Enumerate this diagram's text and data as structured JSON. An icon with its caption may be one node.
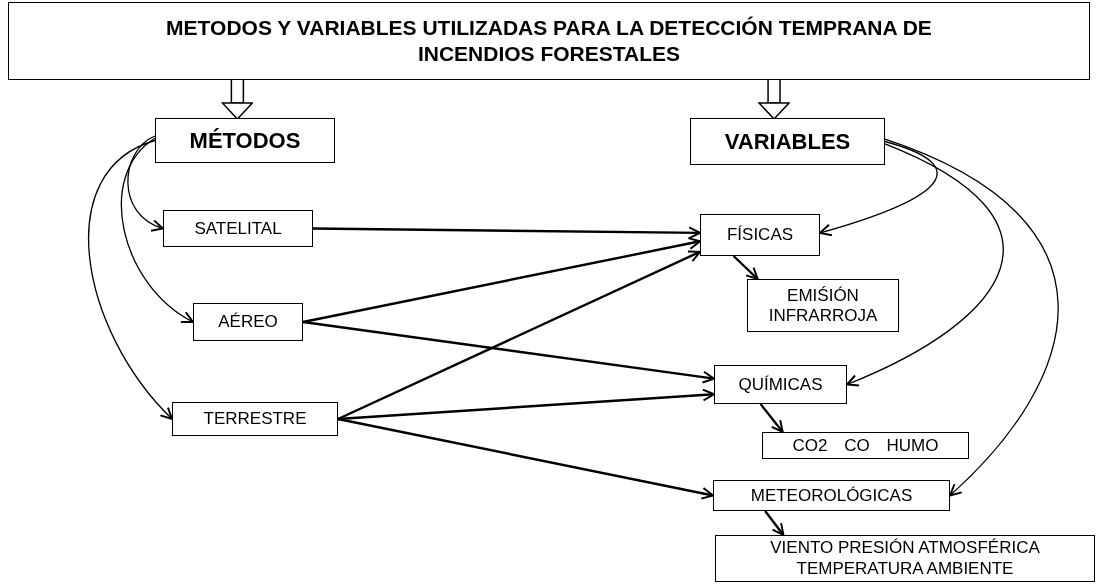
{
  "diagram": {
    "nodes": [
      {
        "text": [
          "METODOS Y VARIABLES UTILIZADAS PARA LA DETECCIÓN TEMPRANA DE INCENDIOS FORESTALES"
        ]
      },
      {
        "text": [
          "MÉTODOS"
        ]
      },
      {
        "text": [
          "VARIABLES"
        ]
      },
      {
        "text": [
          "SATELITAL"
        ]
      },
      {
        "text": [
          "AÉREO"
        ]
      },
      {
        "text": [
          "TERRESTRE"
        ]
      },
      {
        "text": [
          "FÍSICAS"
        ]
      },
      {
        "text": [
          "EMIŚIÓN INFRARROJA"
        ]
      },
      {
        "text": [
          "QUÍMICAS"
        ]
      },
      {
        "text": [
          "CO2 CO HUMO"
        ]
      },
      {
        "text": [
          "METEOROLÓGICAS"
        ]
      },
      {
        "text": [
          "VIENTO PRESIÓN ATMOSFÉRICA TEMPERATURA AMBIENTE"
        ]
      }
    ],
    "edges": [
      {
        "from": 0,
        "to": 1,
        "arrow": "to"
      },
      {
        "from": 0,
        "to": 2,
        "arrow": "to"
      },
      {
        "from": 1,
        "to": 3,
        "arrow": "to"
      },
      {
        "from": 1,
        "to": 4,
        "arrow": "to"
      },
      {
        "from": 1,
        "to": 5,
        "arrow": "to"
      },
      {
        "from": 2,
        "to": 6,
        "arrow": "to"
      },
      {
        "from": 2,
        "to": 8,
        "arrow": "to"
      },
      {
        "from": 2,
        "to": 10,
        "arrow": "to"
      },
      {
        "from": 3,
        "to": 6,
        "arrow": "to"
      },
      {
        "from": 4,
        "to": 6,
        "arrow": "to"
      },
      {
        "from": 4,
        "to": 8,
        "arrow": "to"
      },
      {
        "from": 5,
        "to": 6,
        "arrow": "to"
      },
      {
        "from": 5,
        "to": 8,
        "arrow": "to"
      },
      {
        "from": 5,
        "to": 10,
        "arrow": "to"
      },
      {
        "from": 6,
        "to": 7,
        "arrow": "to"
      },
      {
        "from": 8,
        "to": 9,
        "arrow": "to"
      },
      {
        "from": 10,
        "to": 11,
        "arrow": "to"
      }
    ]
  }
}
